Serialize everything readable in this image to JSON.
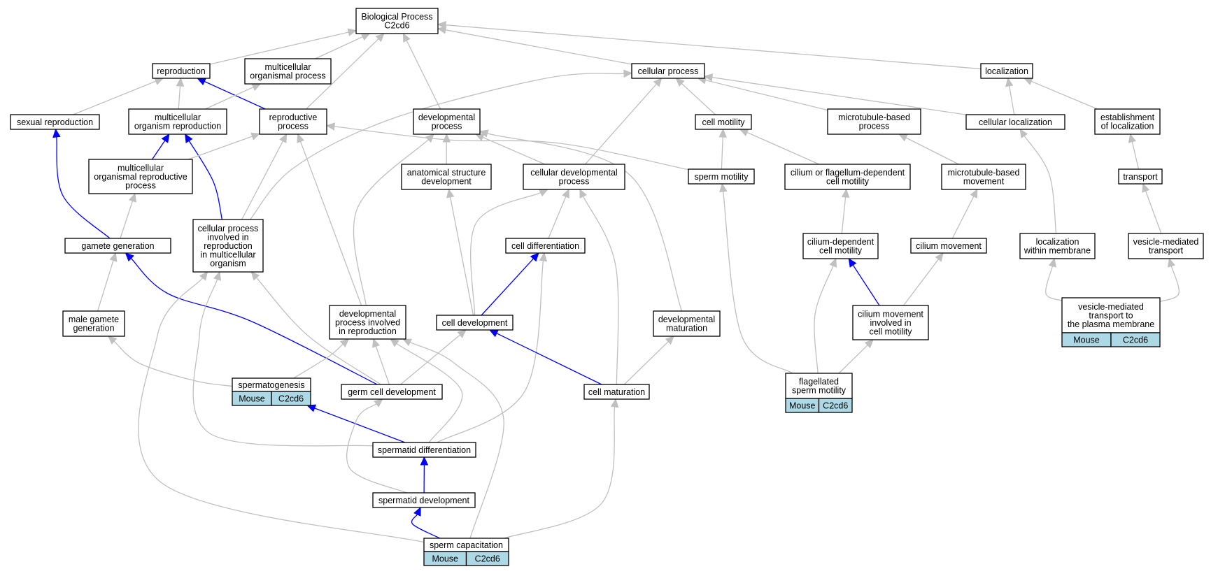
{
  "colors": {
    "gray_edge": "#c0c0c0",
    "blue_edge": "#0000ff",
    "tag_fill": "#add8e6"
  },
  "nodes": {
    "bp": {
      "lines": [
        "Biological Process",
        "C2cd6"
      ]
    },
    "rep": {
      "lines": [
        "reproduction"
      ]
    },
    "mop": {
      "lines": [
        "multicellular",
        "organismal process"
      ]
    },
    "cp": {
      "lines": [
        "cellular process"
      ]
    },
    "loc": {
      "lines": [
        "localization"
      ]
    },
    "sr": {
      "lines": [
        "sexual reproduction"
      ]
    },
    "mor": {
      "lines": [
        "multicellular",
        "organism reproduction"
      ]
    },
    "rp": {
      "lines": [
        "reproductive",
        "process"
      ]
    },
    "dp": {
      "lines": [
        "developmental",
        "process"
      ]
    },
    "cm": {
      "lines": [
        "cell motility"
      ]
    },
    "mbp": {
      "lines": [
        "microtubule-based",
        "process"
      ]
    },
    "cl": {
      "lines": [
        "cellular localization"
      ]
    },
    "eol": {
      "lines": [
        "establishment",
        "of localization"
      ]
    },
    "morp": {
      "lines": [
        "multicellular",
        "organismal reproductive",
        "process"
      ]
    },
    "asd": {
      "lines": [
        "anatomical structure",
        "development"
      ]
    },
    "cdp": {
      "lines": [
        "cellular developmental",
        "process"
      ]
    },
    "sm": {
      "lines": [
        "sperm motility"
      ]
    },
    "cfm": {
      "lines": [
        "cilium or flagellum-dependent",
        "cell motility"
      ]
    },
    "mbm": {
      "lines": [
        "microtubule-based",
        "movement"
      ]
    },
    "tr": {
      "lines": [
        "transport"
      ]
    },
    "cpim": {
      "lines": [
        "cellular process",
        "involved in",
        "reproduction",
        "in multicellular",
        "organism"
      ]
    },
    "gg": {
      "lines": [
        "gamete generation"
      ]
    },
    "cdf": {
      "lines": [
        "cell differentiation"
      ]
    },
    "cdm": {
      "lines": [
        "cilium-dependent",
        "cell motility"
      ]
    },
    "cmv": {
      "lines": [
        "cilium movement"
      ]
    },
    "lwm": {
      "lines": [
        "localization",
        "within membrane"
      ]
    },
    "vmt": {
      "lines": [
        "vesicle-mediated",
        "transport"
      ]
    },
    "mgg": {
      "lines": [
        "male gamete",
        "generation"
      ]
    },
    "dpir": {
      "lines": [
        "developmental",
        "process involved",
        "in reproduction"
      ]
    },
    "cd": {
      "lines": [
        "cell development"
      ]
    },
    "dm": {
      "lines": [
        "developmental",
        "maturation"
      ]
    },
    "cmic": {
      "lines": [
        "cilium movement",
        "involved in",
        "cell motility"
      ]
    },
    "vmtp": {
      "lines": [
        "vesicle-mediated",
        "transport to",
        "the plasma membrane"
      ],
      "tags": [
        "Mouse",
        "C2cd6"
      ]
    },
    "spg": {
      "lines": [
        "spermatogenesis"
      ],
      "tags": [
        "Mouse",
        "C2cd6"
      ]
    },
    "gcd": {
      "lines": [
        "germ cell development"
      ]
    },
    "cmat": {
      "lines": [
        "cell maturation"
      ]
    },
    "fsm": {
      "lines": [
        "flagellated",
        "sperm motility"
      ],
      "tags": [
        "Mouse",
        "C2cd6"
      ]
    },
    "sdf": {
      "lines": [
        "spermatid differentiation"
      ]
    },
    "sdv": {
      "lines": [
        "spermatid development"
      ]
    },
    "sc": {
      "lines": [
        "sperm capacitation"
      ],
      "tags": [
        "Mouse",
        "C2cd6"
      ]
    }
  },
  "edges": [
    {
      "from": "rep",
      "to": "bp",
      "color": "gray"
    },
    {
      "from": "mop",
      "to": "bp",
      "color": "gray"
    },
    {
      "from": "rp",
      "to": "bp",
      "color": "gray"
    },
    {
      "from": "dp",
      "to": "bp",
      "color": "gray"
    },
    {
      "from": "cp",
      "to": "bp",
      "color": "gray"
    },
    {
      "from": "loc",
      "to": "bp",
      "color": "gray"
    },
    {
      "from": "sr",
      "to": "rep",
      "color": "gray"
    },
    {
      "from": "mor",
      "to": "rep",
      "color": "gray"
    },
    {
      "from": "rp",
      "to": "rep",
      "color": "blue"
    },
    {
      "from": "mor",
      "to": "mop",
      "color": "gray"
    },
    {
      "from": "cpim",
      "to": "cp",
      "color": "gray"
    },
    {
      "from": "cdp",
      "to": "cp",
      "color": "gray"
    },
    {
      "from": "cm",
      "to": "cp",
      "color": "gray"
    },
    {
      "from": "mbp",
      "to": "cp",
      "color": "gray"
    },
    {
      "from": "cl",
      "to": "cp",
      "color": "gray"
    },
    {
      "from": "cl",
      "to": "loc",
      "color": "gray"
    },
    {
      "from": "eol",
      "to": "loc",
      "color": "gray"
    },
    {
      "from": "gg",
      "to": "sr",
      "color": "blue"
    },
    {
      "from": "morp",
      "to": "mor",
      "color": "blue"
    },
    {
      "from": "cpim",
      "to": "mor",
      "color": "blue"
    },
    {
      "from": "morp",
      "to": "rp",
      "color": "gray"
    },
    {
      "from": "cpim",
      "to": "rp",
      "color": "gray"
    },
    {
      "from": "dpir",
      "to": "rp",
      "color": "gray"
    },
    {
      "from": "sm",
      "to": "rp",
      "color": "gray"
    },
    {
      "from": "asd",
      "to": "dp",
      "color": "gray"
    },
    {
      "from": "cdp",
      "to": "dp",
      "color": "gray"
    },
    {
      "from": "dpir",
      "to": "dp",
      "color": "gray"
    },
    {
      "from": "dm",
      "to": "dp",
      "color": "gray"
    },
    {
      "from": "sm",
      "to": "cm",
      "color": "gray"
    },
    {
      "from": "cfm",
      "to": "cm",
      "color": "gray"
    },
    {
      "from": "mbm",
      "to": "mbp",
      "color": "gray"
    },
    {
      "from": "lwm",
      "to": "cl",
      "color": "gray"
    },
    {
      "from": "tr",
      "to": "eol",
      "color": "gray"
    },
    {
      "from": "gg",
      "to": "morp",
      "color": "gray"
    },
    {
      "from": "cd",
      "to": "asd",
      "color": "gray"
    },
    {
      "from": "cdf",
      "to": "cdp",
      "color": "gray"
    },
    {
      "from": "cd",
      "to": "cdp",
      "color": "gray"
    },
    {
      "from": "cmat",
      "to": "cdp",
      "color": "gray"
    },
    {
      "from": "fsm",
      "to": "sm",
      "color": "gray"
    },
    {
      "from": "cdm",
      "to": "cfm",
      "color": "gray"
    },
    {
      "from": "cmv",
      "to": "mbm",
      "color": "gray"
    },
    {
      "from": "vmt",
      "to": "tr",
      "color": "gray"
    },
    {
      "from": "mgg",
      "to": "gg",
      "color": "gray"
    },
    {
      "from": "gcd",
      "to": "gg",
      "color": "blue"
    },
    {
      "from": "gcd",
      "to": "cpim",
      "color": "gray"
    },
    {
      "from": "sdf",
      "to": "cpim",
      "color": "gray"
    },
    {
      "from": "sc",
      "to": "cpim",
      "color": "gray"
    },
    {
      "from": "cd",
      "to": "cdf",
      "color": "blue"
    },
    {
      "from": "sdf",
      "to": "cdf",
      "color": "gray"
    },
    {
      "from": "cmic",
      "to": "cdm",
      "color": "blue"
    },
    {
      "from": "fsm",
      "to": "cdm",
      "color": "gray"
    },
    {
      "from": "cmic",
      "to": "cmv",
      "color": "gray"
    },
    {
      "from": "vmtp",
      "to": "lwm",
      "color": "gray"
    },
    {
      "from": "vmtp",
      "to": "vmt",
      "color": "gray"
    },
    {
      "from": "spg",
      "to": "mgg",
      "color": "gray"
    },
    {
      "from": "spg",
      "to": "dpir",
      "color": "gray"
    },
    {
      "from": "gcd",
      "to": "dpir",
      "color": "gray"
    },
    {
      "from": "sdf",
      "to": "dpir",
      "color": "gray"
    },
    {
      "from": "sc",
      "to": "dpir",
      "color": "gray"
    },
    {
      "from": "gcd",
      "to": "cd",
      "color": "gray"
    },
    {
      "from": "cmat",
      "to": "cd",
      "color": "blue"
    },
    {
      "from": "cmat",
      "to": "dm",
      "color": "gray"
    },
    {
      "from": "fsm",
      "to": "cmic",
      "color": "gray"
    },
    {
      "from": "sdf",
      "to": "spg",
      "color": "blue"
    },
    {
      "from": "sdv",
      "to": "gcd",
      "color": "gray"
    },
    {
      "from": "sc",
      "to": "cmat",
      "color": "gray"
    },
    {
      "from": "sdv",
      "to": "sdf",
      "color": "blue"
    },
    {
      "from": "sc",
      "to": "sdv",
      "color": "blue"
    }
  ]
}
